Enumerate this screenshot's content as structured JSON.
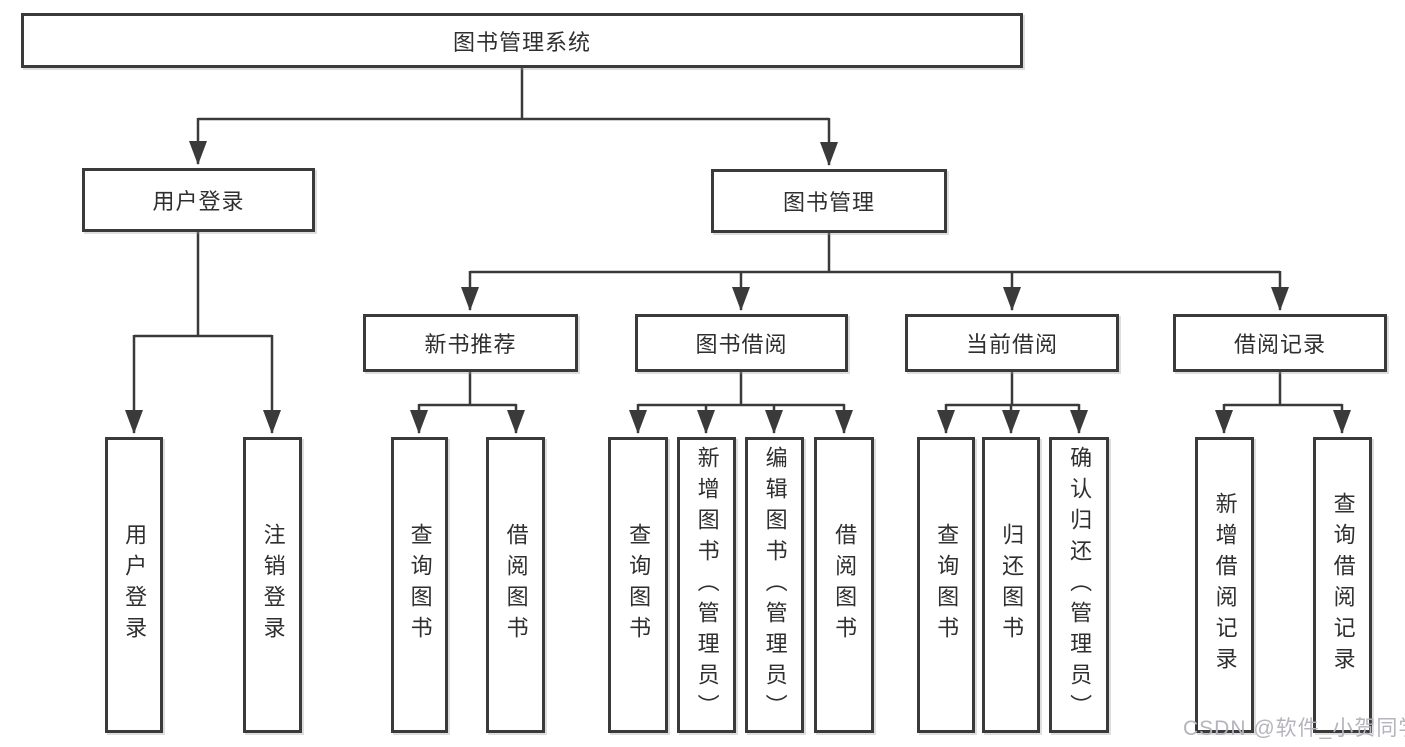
{
  "diagram_type": "hierarchy-tree",
  "nodes": {
    "root": {
      "label": "图书管理系统"
    },
    "user_login": {
      "label": "用户登录"
    },
    "book_mgmt": {
      "label": "图书管理"
    },
    "new_book_rec": {
      "label": "新书推荐"
    },
    "book_borrow": {
      "label": "图书借阅"
    },
    "current_borrow": {
      "label": "当前借阅"
    },
    "borrow_record": {
      "label": "借阅记录"
    },
    "leaves": {
      "user_login": {
        "label": "用户登录"
      },
      "logout": {
        "label": "注销登录"
      },
      "query_book_rec": {
        "label": "查询图书"
      },
      "borrow_book_rec": {
        "label": "借阅图书"
      },
      "query_book_borrow": {
        "label": "查询图书"
      },
      "add_book_admin": {
        "label": "新增图书（管理员）"
      },
      "edit_book_admin": {
        "label": "编辑图书（管理员）"
      },
      "borrow_book_borrow": {
        "label": "借阅图书"
      },
      "query_book_current": {
        "label": "查询图书"
      },
      "return_book": {
        "label": "归还图书"
      },
      "confirm_return_admin": {
        "label": "确认归还（管理员）"
      },
      "add_borrow_record": {
        "label": "新增借阅记录"
      },
      "query_borrow_record": {
        "label": "查询借阅记录"
      }
    }
  },
  "hierarchy": {
    "图书管理系统": {
      "用户登录": [
        "用户登录",
        "注销登录"
      ],
      "图书管理": {
        "新书推荐": [
          "查询图书",
          "借阅图书"
        ],
        "图书借阅": [
          "查询图书",
          "新增图书（管理员）",
          "编辑图书（管理员）",
          "借阅图书"
        ],
        "当前借阅": [
          "查询图书",
          "归还图书",
          "确认归还（管理员）"
        ],
        "借阅记录": [
          "新增借阅记录",
          "查询借阅记录"
        ]
      }
    }
  },
  "watermark": {
    "text": "CSDN @软件_小贺同学"
  },
  "colors": {
    "line": "#3a3a3a",
    "box_border": "#3a3a3a",
    "box_fill": "#ffffff",
    "text": "#2f2f2f",
    "watermark": "#b4b4bc",
    "background": "#ffffff"
  }
}
